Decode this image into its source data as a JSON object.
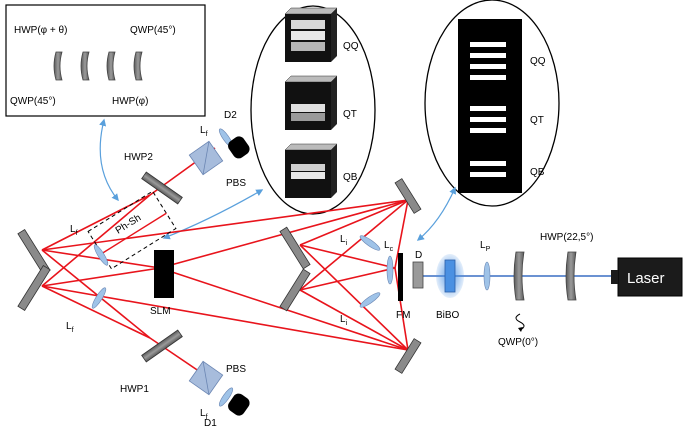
{
  "inset": {
    "hwp_phi_theta": "HWP(φ + θ)",
    "qwp45_top": "QWP(45°)",
    "qwp45_bottom": "QWP(45°)",
    "hwp_phi": "HWP(φ)"
  },
  "components": {
    "ph_sh": "Ph-Sh",
    "hwp2": "HWP2",
    "hwp1": "HWP1",
    "pbs_top": "PBS",
    "pbs_bottom": "PBS",
    "d1": "D1",
    "d2": "D2",
    "slm": "SLM",
    "fm": "FM",
    "bibo": "BiBO",
    "d": "D",
    "laser": "Laser",
    "hwp_laser": "HWP(22,5°)",
    "qwp0": "QWP(0°)"
  },
  "lenses": {
    "lf": "L",
    "lf_sub": "f",
    "li": "L",
    "li_sub": "i",
    "lc": "L",
    "lc_sub": "c",
    "lp": "L",
    "lp_sub": "P"
  },
  "slm_patterns": {
    "qq": "QQ",
    "qt": "QT",
    "qb": "QB"
  },
  "mask_patterns": {
    "qq": "QQ",
    "qt": "QT",
    "qb": "QB"
  },
  "colors": {
    "beam": "#e8141c",
    "pump_beam": "#3a6fc4",
    "link": "#5aa0dc",
    "lens": "#9fc3e8",
    "optic": "#7a7a7a",
    "bibo_glow": "#4a90e2"
  }
}
